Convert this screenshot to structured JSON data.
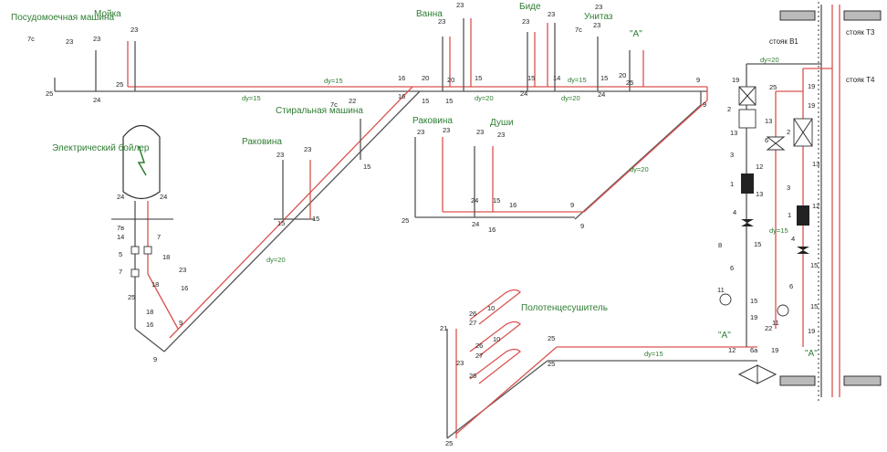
{
  "fixtures": {
    "dishwasher": "Посудомоечная машина",
    "sink_kitchen": "Мойка",
    "bath": "Ванна",
    "bidet": "Биде",
    "toilet": "Унитаз",
    "boiler": "Электрический бойлер",
    "washbasin_left": "Раковина",
    "washer": "Стиральная машина",
    "washbasin_mid": "Раковина",
    "shower": "Души",
    "towel_rail": "Полотенцесушитель"
  },
  "risers": {
    "b1": "стояк В1",
    "t3": "стояк Т3",
    "t4": "стояк Т4"
  },
  "marks": {
    "a_top": "\"А\"",
    "a_left": "\"А\"",
    "a_right": "\"А\""
  },
  "dims": {
    "d15": "dy=15",
    "d20": "dy=20"
  },
  "numbers": {
    "n1": "1",
    "n2": "2",
    "n3": "3",
    "n4": "4",
    "n5": "5",
    "n6": "6",
    "n6a": "6а",
    "n7": "7",
    "n7b": "7в",
    "n7c": "7с",
    "n8": "8",
    "n9": "9",
    "n10": "10",
    "n11": "11",
    "n12": "12",
    "n13": "13",
    "n14": "14",
    "n15": "15",
    "n16": "16",
    "n18": "18",
    "n19": "19",
    "n20": "20",
    "n21": "21",
    "n22": "22",
    "n23": "23",
    "n24": "24",
    "n25": "25",
    "n26": "26",
    "n27": "27"
  },
  "colors": {
    "cold_pipe": "#555555",
    "hot_pipe": "#d9534f",
    "label_green": "#2e7d32"
  }
}
